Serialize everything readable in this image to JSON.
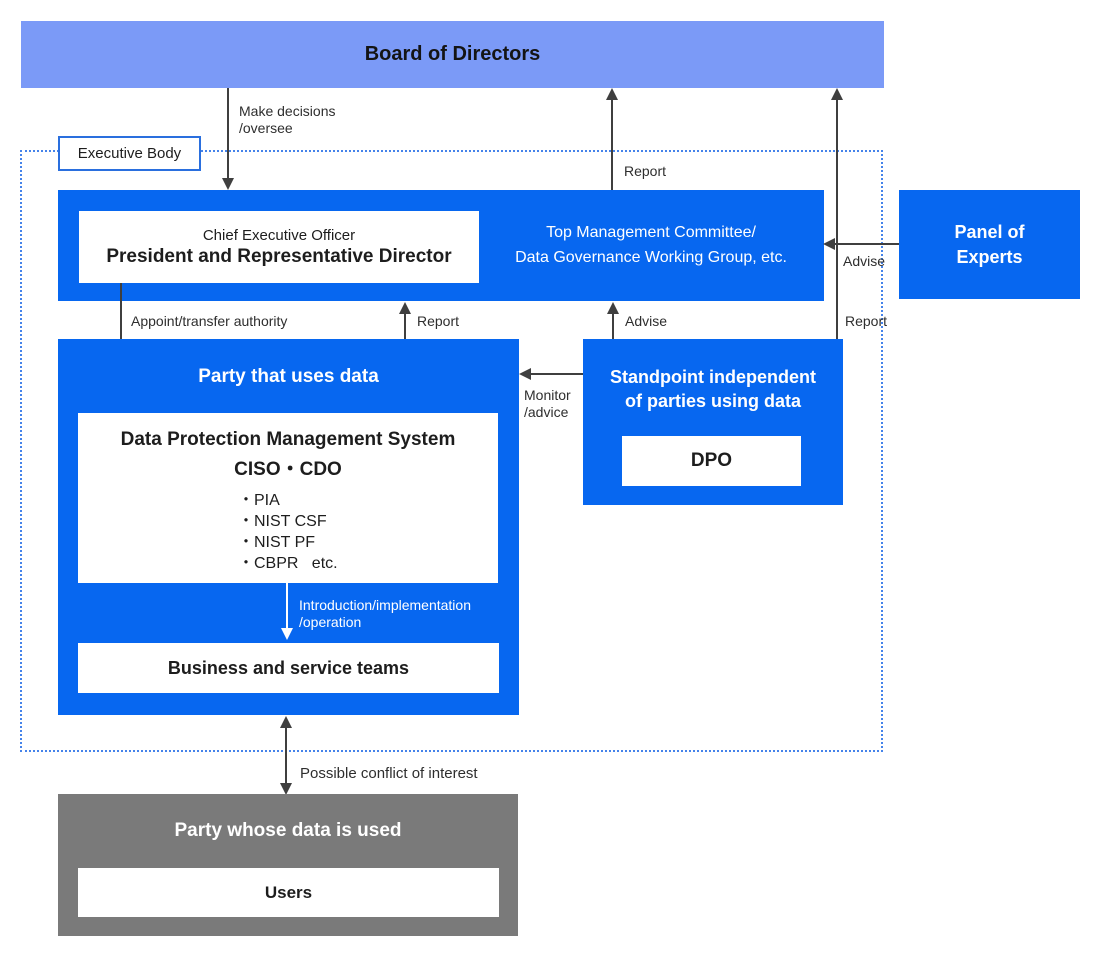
{
  "board": {
    "title": "Board of Directors"
  },
  "executive_body_tag": "Executive Body",
  "exec": {
    "ceo_title": "Chief Executive Officer",
    "ceo_name": "President and Representative Director",
    "committee_line1": "Top Management Committee/",
    "committee_line2": "Data Governance Working Group, etc."
  },
  "panel": {
    "line1": "Panel of",
    "line2": "Experts"
  },
  "party_uses": {
    "title": "Party that uses data",
    "dpms_title": "Data Protection Management System",
    "dpms_subtitle": "CISO・CDO",
    "items": [
      "・PIA",
      "・NIST CSF",
      "・NIST PF",
      "・CBPR   etc."
    ],
    "teams": "Business and service teams"
  },
  "standpoint": {
    "line1": "Standpoint independent",
    "line2": "of parties using data",
    "dpo": "DPO"
  },
  "party_used": {
    "title": "Party whose data is used",
    "users": "Users"
  },
  "labels": {
    "make_decisions_1": "Make decisions",
    "make_decisions_2": "/oversee",
    "report_exec_to_board": "Report",
    "advise_panel": "Advise",
    "report_dpo_to_board": "Report",
    "appoint": "Appoint/transfer authority",
    "report_party_to_exec": "Report",
    "advise_dpo_to_exec": "Advise",
    "monitor_1": "Monitor",
    "monitor_2": "/advice",
    "intro_1": "Introduction/implementation",
    "intro_2": "/operation",
    "conflict": "Possible conflict of interest"
  },
  "colors": {
    "accent_blue": "#0767F0",
    "board_blue": "#7B9AF7",
    "gray": "#7A7A7A",
    "dotted_border_blue": "#4583EA",
    "arrow": "#3F3F3F"
  }
}
